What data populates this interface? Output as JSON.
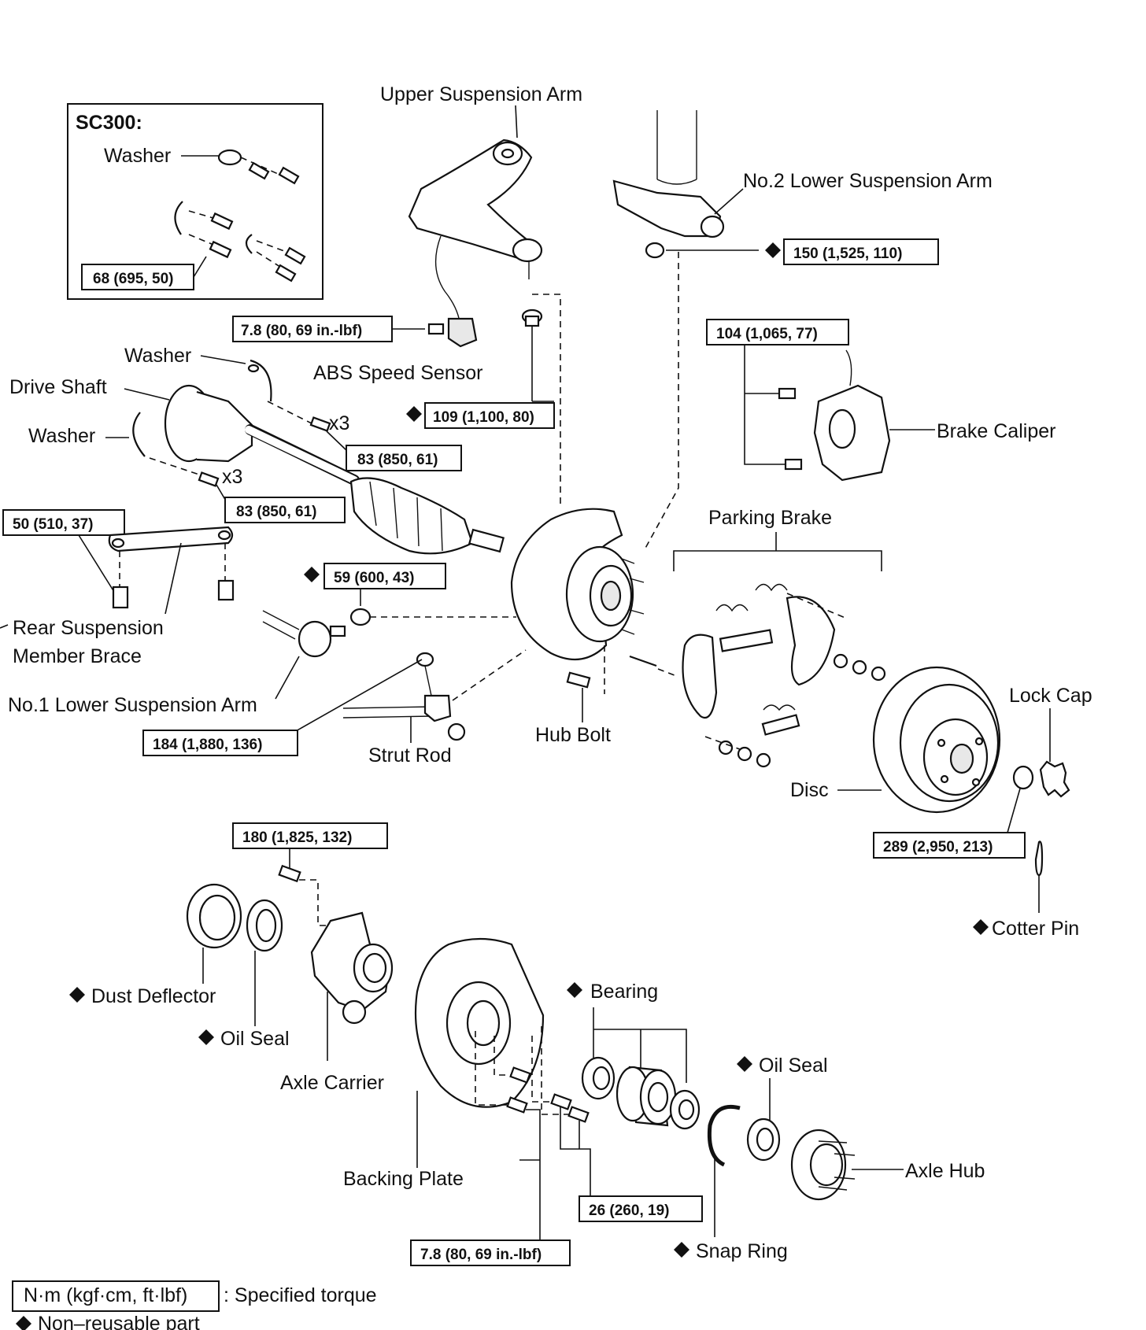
{
  "inset": {
    "title": "SC300:",
    "washer": "Washer",
    "torque": "68 (695, 50)"
  },
  "labels": {
    "upper_suspension_arm": "Upper Suspension Arm",
    "no2_lower_suspension_arm": "No.2 Lower Suspension Arm",
    "abs_speed_sensor": "ABS Speed Sensor",
    "washer_top": "Washer",
    "drive_shaft": "Drive Shaft",
    "washer_left": "Washer",
    "x3_a": "x3",
    "x3_b": "x3",
    "brake_caliper": "Brake Caliper",
    "parking_brake": "Parking Brake",
    "rear_suspension_member_brace_1": "Rear Suspension",
    "rear_suspension_member_brace_2": "Member Brace",
    "no1_lower_suspension_arm": "No.1 Lower Suspension Arm",
    "strut_rod": "Strut Rod",
    "hub_bolt": "Hub Bolt",
    "lock_cap": "Lock Cap",
    "disc": "Disc",
    "cotter_pin": "Cotter Pin",
    "dust_deflector": "Dust Deflector",
    "oil_seal_left": "Oil Seal",
    "axle_carrier": "Axle Carrier",
    "bearing": "Bearing",
    "oil_seal_right": "Oil Seal",
    "backing_plate": "Backing Plate",
    "axle_hub": "Axle Hub",
    "snap_ring": "Snap Ring"
  },
  "torques": {
    "lower_arm2": "150 (1,525, 110)",
    "abs_sensor": "7.8 (80, 69 in.-lbf)",
    "upper_arm": "109 (1,100, 80)",
    "caliper": "104 (1,065, 77)",
    "drive_shaft_inner": "83 (850, 61)",
    "drive_shaft_outer": "83 (850, 61)",
    "brace": "50 (510, 37)",
    "no1_lower_arm": "59 (600, 43)",
    "strut_rod": "184 (1,880, 136)",
    "lock_nut": "289 (2,950, 213)",
    "axle_carrier": "180 (1,825, 132)",
    "backing_plate_a": "26 (260, 19)",
    "backing_plate_b": "7.8 (80, 69 in.-lbf)"
  },
  "legend": {
    "torque_box": "N·m (kgf·cm, ft·lbf)",
    "torque_text": ": Specified torque",
    "nonreusable_text": "Non–reusable part"
  }
}
